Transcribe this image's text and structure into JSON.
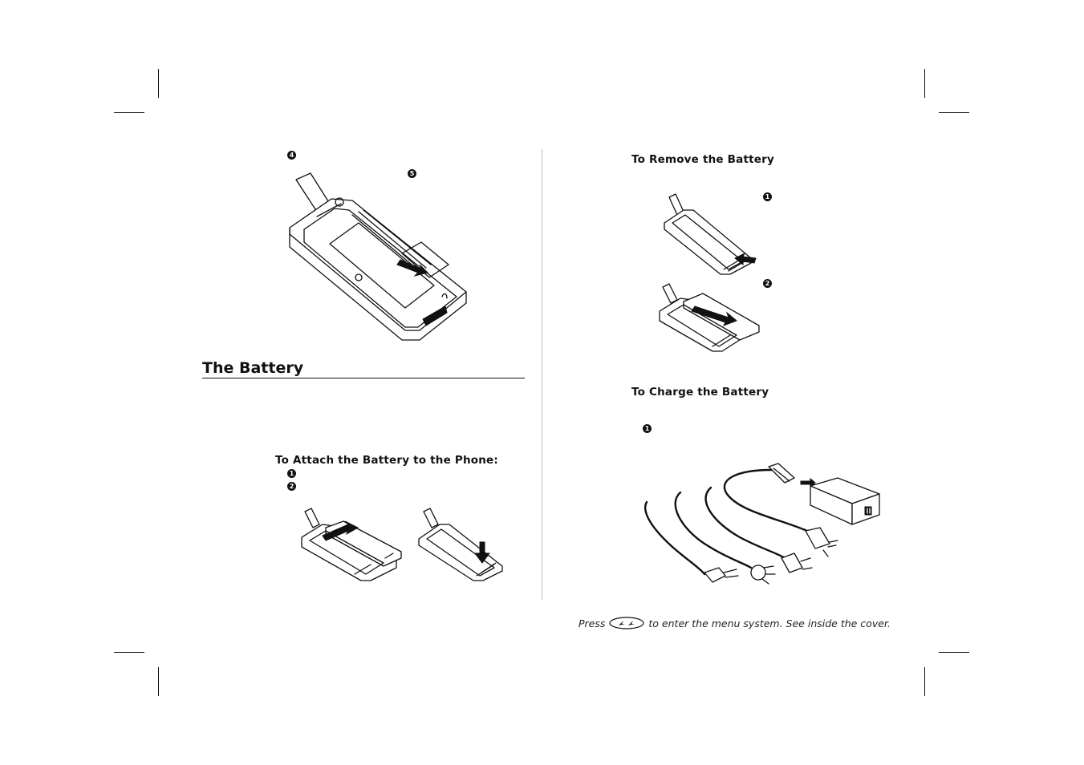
{
  "left_page": {
    "section_title": "The Battery",
    "attach_heading": "To Attach the Battery to the Phone:",
    "callouts": [
      "4",
      "5",
      "1",
      "2"
    ]
  },
  "right_page": {
    "remove_heading": "To Remove the Battery",
    "charge_heading": "To Charge the Battery",
    "callouts": [
      "1",
      "2",
      "1"
    ]
  },
  "footer": {
    "prefix": "Press",
    "suffix": "to enter the menu system. See inside the cover.",
    "key_icon": "menu-key-icon"
  }
}
